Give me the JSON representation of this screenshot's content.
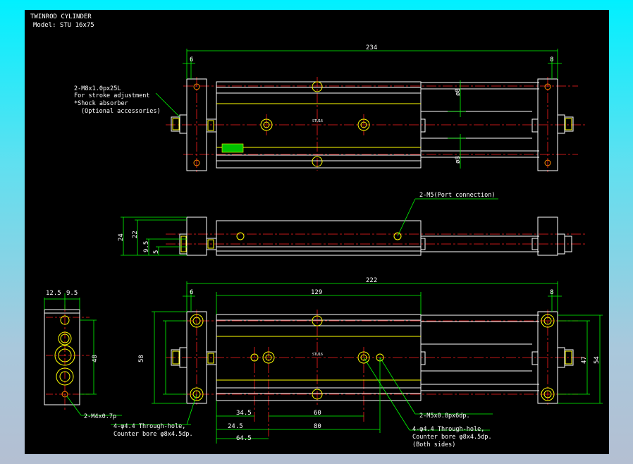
{
  "colors": {
    "background": "#000000",
    "outline": "#ffffff",
    "centerline": "#ff2020",
    "dimension": "#00ff00",
    "hole": "#ffff00",
    "accent": "#ff8c00",
    "logo": "#00c000"
  },
  "title_block": {
    "title": "TWINROD CYLINDER",
    "model": "Model: STU 16x75"
  },
  "top_view": {
    "dim_overall": "234",
    "dim_left": "6",
    "dim_right": "8",
    "dim_rod_top": "ø8",
    "dim_rod_bottom": "ø8",
    "label_body": "STU16",
    "note_lines": [
      "2-M8x1.0px25L",
      "For stroke adjustment",
      "*Shock absorber",
      "(Optional accessories)"
    ]
  },
  "side_view": {
    "dim_24": "24",
    "dim_22": "22",
    "dim_9_5": "9.5",
    "dim_5": "5",
    "note": "2-M5(Port connection)"
  },
  "end_view": {
    "dim_12_5": "12.5",
    "dim_9_5": "9.5",
    "dim_48": "48",
    "note": "2-M4x0.7p"
  },
  "bottom_view": {
    "dim_left": "6",
    "dim_right": "8",
    "dim_222": "222",
    "dim_129": "129",
    "dim_58": "58",
    "dim_47": "47",
    "dim_54": "54",
    "dim_34_5": "34.5",
    "dim_60": "60",
    "dim_24_5": "24.5",
    "dim_80": "80",
    "dim_64_5": "64.5",
    "label_body": "STU16",
    "note_left": [
      "4-φ4.4 Through-hole,",
      "Counter bore φ8x4.5dp."
    ],
    "note_m5": "2-M5x0.8px6dp.",
    "note_right": [
      "4-φ4.4 Through-hole,",
      "Counter bore φ8x4.5dp.",
      "(Both sides)"
    ]
  }
}
